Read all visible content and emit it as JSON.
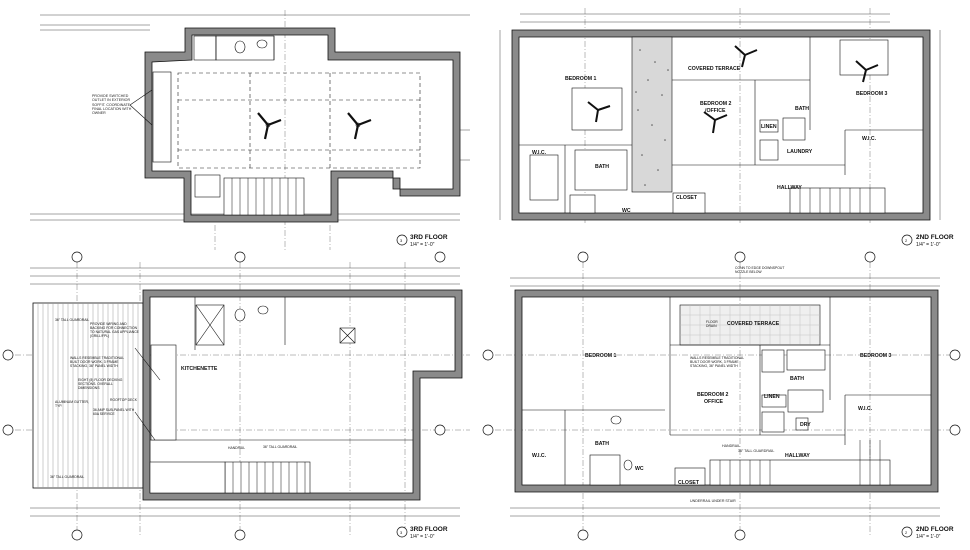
{
  "plans": {
    "tl": {
      "title": "3RD FLOOR",
      "scale": "1/4\" = 1'-0\"",
      "note": "PROVIDE SWITCHED OUTLET IN EXTERIOR SOFFIT. COORDINATE FINAL LOCATION WITH OWNER"
    },
    "tr": {
      "title": "2ND FLOOR",
      "scale": "1/4\" = 1'-0\"",
      "rooms": {
        "bedroom1": "BEDROOM 1",
        "covered_terrace": "COVERED TERRACE",
        "bedroom3": "BEDROOM 3",
        "bedroom2": "BEDROOM 2",
        "office": "/OFFICE",
        "bath_right": "BATH",
        "linen": "LINEN",
        "laundry": "LAUNDRY",
        "wic_right": "W.I.C.",
        "wic_left": "W.I.C.",
        "bath_left": "BATH",
        "closet": "CLOSET",
        "wc": "WC",
        "hallway": "HALLWAY"
      }
    },
    "bl": {
      "title": "3RD FLOOR",
      "scale": "1/4\" = 1'-0\"",
      "kitchenette": "KITCHENETTE",
      "notes": {
        "n1": "36\" TALL GUARDRAIL",
        "n2": "PROVIDE WIRING AND BACKING FOR CONNECTION TO NATURAL GAS APPLIANCE (GRILL/FPL)",
        "n3": "WALLS RESEMBLE TRADITIONAL BUILT DOOR WORK, 3 FRAME STACKING, 36\" PANEL WIDTH",
        "n4": "EIGHT (8) FLOOR DECKING SECTIONS. OVERALL DIMENSIONS",
        "n5": "ROOFTOP DECK",
        "n6": "36 AMP SUB-PANEL WITH 60A SERVICE",
        "n7": "ALUMINUM GUTTER, TYP.",
        "n8": "HANDRAIL",
        "n9": "36\" TALL GUARDRAIL",
        "n10": "36\" TALL GUARDRAIL"
      }
    },
    "br": {
      "title": "2ND FLOOR",
      "scale": "1/4\" = 1'-0\"",
      "rooms": {
        "bedroom1": "BEDROOM 1",
        "covered_terrace": "COVERED TERRACE",
        "bedroom3": "BEDROOM 3",
        "bedroom2": "BEDROOM 2",
        "office": "OFFICE",
        "bath_right": "BATH",
        "linen": "LINEN",
        "dry": "DRY",
        "wic_right": "W.I.C.",
        "wic_left": "W.I.C.",
        "bath_left": "BATH",
        "closet": "CLOSET",
        "wc": "WC",
        "hallway": "HALLWAY",
        "handrail": "HANDRAIL",
        "guardrail": "36\" TALL GUARDRAIL",
        "underrail": "UNDERRAIL UNDER STAIR"
      },
      "notes": {
        "n1": "CONN TO EDGE DOWNSPOUT NOZZLE BELOW",
        "n2": "FLOOR DRAIN",
        "n3": "WALLS RESEMBLE TRADITIONAL BUILT DOOR WORK, 3 FRAME STACKING, 36\" PANEL WIDTH"
      }
    }
  }
}
